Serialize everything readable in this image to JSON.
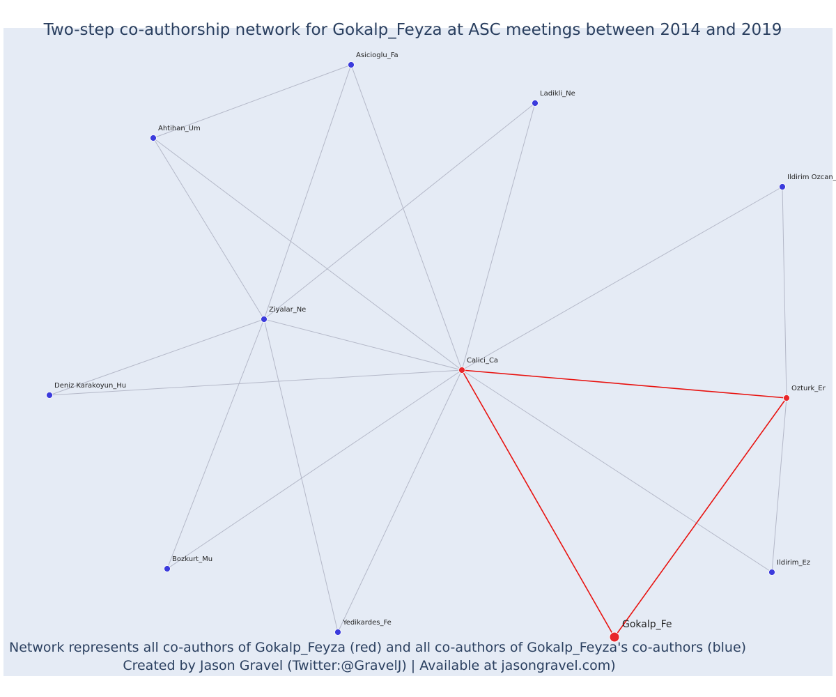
{
  "title": "Two-step co-authorship network for Gokalp_Feyza at ASC meetings between 2014 and 2019",
  "footer": {
    "line1": "Network represents all co-authors of Gokalp_Feyza (red) and all co-authors of Gokalp_Feyza's co-authors (blue)",
    "line2": "Created by Jason Gravel (Twitter:@GravelJ) | Available at jasongravel.com)"
  },
  "colors": {
    "red": "#e8262a",
    "blue": "#3b3bdc",
    "edge_gray": "#b4b8c8",
    "edge_red": "#e8120f"
  },
  "nodes": [
    {
      "id": "Asicioglu_Fa",
      "label": "Asicioglu_Fa",
      "group": "blue"
    },
    {
      "id": "Ladikli_Ne",
      "label": "Ladikli_Ne",
      "group": "blue"
    },
    {
      "id": "Ahtihan_Um",
      "label": "Ahtihan_Um",
      "group": "blue"
    },
    {
      "id": "Ildirim_Ozcan",
      "label": "Ildirim Ozcan_",
      "group": "blue"
    },
    {
      "id": "Ziyalar_Ne",
      "label": "Ziyalar_Ne",
      "group": "blue"
    },
    {
      "id": "Calici_Ca",
      "label": "Calici_Ca",
      "group": "red"
    },
    {
      "id": "Deniz_Karakoyun_Hu",
      "label": "Deniz Karakoyun_Hu",
      "group": "blue"
    },
    {
      "id": "Ozturk_Er",
      "label": "Ozturk_Er",
      "group": "red"
    },
    {
      "id": "Bozkurt_Mu",
      "label": "Bozkurt_Mu",
      "group": "blue"
    },
    {
      "id": "Ildirim_Ez",
      "label": "Ildirim_Ez",
      "group": "blue"
    },
    {
      "id": "Yedikardes_Fe",
      "label": "Yedikardes_Fe",
      "group": "blue"
    },
    {
      "id": "Gokalp_Fe",
      "label": "Gokalp_Fe",
      "group": "focal"
    }
  ],
  "edges": [
    {
      "source": "Asicioglu_Fa",
      "target": "Ahtihan_Um",
      "type": "gray"
    },
    {
      "source": "Asicioglu_Fa",
      "target": "Ziyalar_Ne",
      "type": "gray"
    },
    {
      "source": "Asicioglu_Fa",
      "target": "Calici_Ca",
      "type": "gray"
    },
    {
      "source": "Ladikli_Ne",
      "target": "Ziyalar_Ne",
      "type": "gray"
    },
    {
      "source": "Ladikli_Ne",
      "target": "Calici_Ca",
      "type": "gray"
    },
    {
      "source": "Ahtihan_Um",
      "target": "Ziyalar_Ne",
      "type": "gray"
    },
    {
      "source": "Ahtihan_Um",
      "target": "Calici_Ca",
      "type": "gray"
    },
    {
      "source": "Ildirim_Ozcan",
      "target": "Calici_Ca",
      "type": "gray"
    },
    {
      "source": "Ildirim_Ozcan",
      "target": "Ozturk_Er",
      "type": "gray"
    },
    {
      "source": "Ziyalar_Ne",
      "target": "Calici_Ca",
      "type": "gray"
    },
    {
      "source": "Ziyalar_Ne",
      "target": "Deniz_Karakoyun_Hu",
      "type": "gray"
    },
    {
      "source": "Ziyalar_Ne",
      "target": "Bozkurt_Mu",
      "type": "gray"
    },
    {
      "source": "Ziyalar_Ne",
      "target": "Yedikardes_Fe",
      "type": "gray"
    },
    {
      "source": "Deniz_Karakoyun_Hu",
      "target": "Calici_Ca",
      "type": "gray"
    },
    {
      "source": "Calici_Ca",
      "target": "Bozkurt_Mu",
      "type": "gray"
    },
    {
      "source": "Calici_Ca",
      "target": "Yedikardes_Fe",
      "type": "gray"
    },
    {
      "source": "Calici_Ca",
      "target": "Ildirim_Ez",
      "type": "gray"
    },
    {
      "source": "Ozturk_Er",
      "target": "Ildirim_Ez",
      "type": "gray"
    },
    {
      "source": "Calici_Ca",
      "target": "Ozturk_Er",
      "type": "red"
    },
    {
      "source": "Calici_Ca",
      "target": "Gokalp_Fe",
      "type": "red"
    },
    {
      "source": "Ozturk_Er",
      "target": "Gokalp_Fe",
      "type": "red"
    }
  ]
}
